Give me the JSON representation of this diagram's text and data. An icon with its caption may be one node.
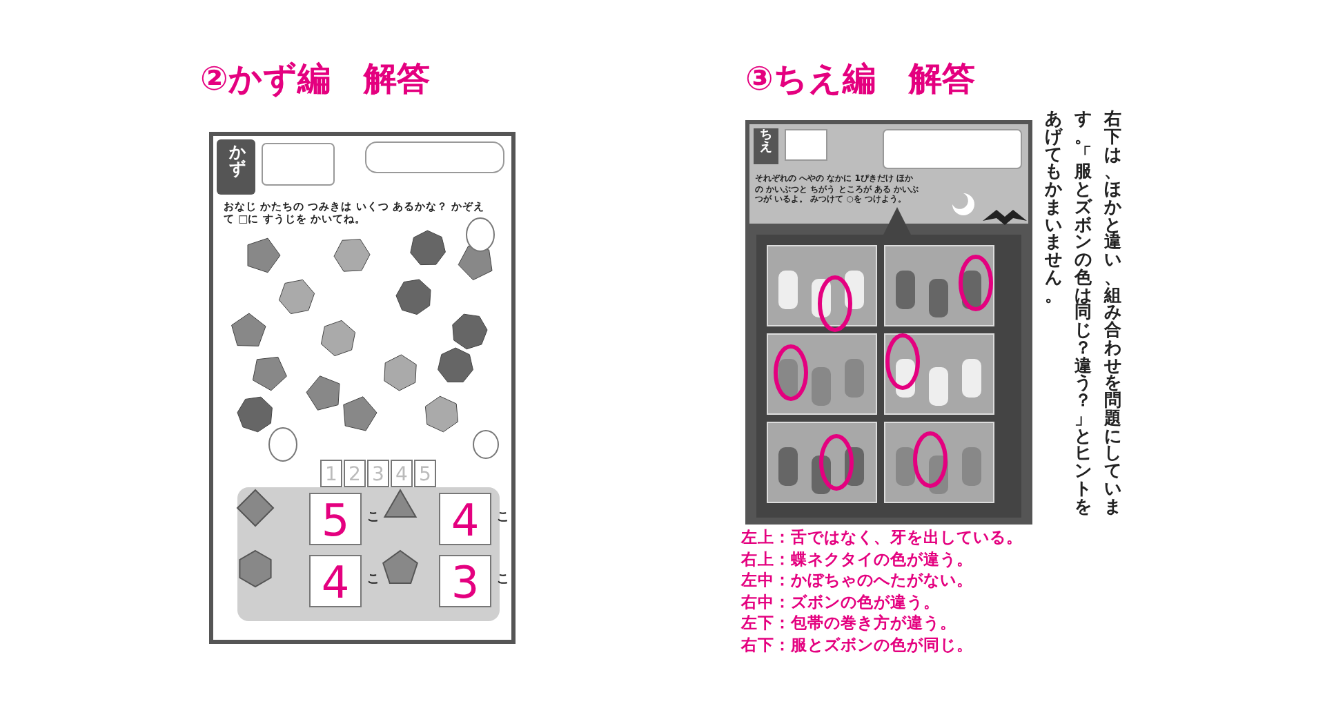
{
  "diagram": {
    "labels": [
      "②かず編　解答",
      "③ちえ編　解答",
      "右下は、ほかと違い、組み合わせを問題にしています。「服とズボンの色は同じ？違う？」とヒントをあげてもかまいません。",
      "かず",
      "おなじ かたちの つみきは いくつ あるかな？ かぞえて □に すうじを かいてね。",
      "1",
      "2",
      "3",
      "4",
      "5",
      "5",
      "こ",
      "4",
      "こ",
      "4",
      "こ",
      "3",
      "こ",
      "ちえ",
      "それぞれの へやの なかに 1ぴきだけ ほかの かいぶつと ちがう ところが ある かいぶつが いるよ。 みつけて ○を つけよう。",
      "左上：舌ではなく、牙を出している。",
      "右上：蝶ネクタイの色が違う。",
      "左中：かぼちゃのへたがない。",
      "右中：ズボンの色が違う。",
      "左下：包帯の巻き方が違う。",
      "右下：服とズボンの色が同じ。"
    ]
  }
}
